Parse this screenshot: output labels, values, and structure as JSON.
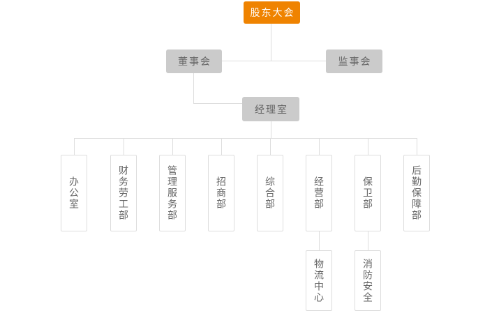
{
  "colors": {
    "accent_orange": "#EF8300",
    "gray_node_bg": "#CBCBCB",
    "node_text": "#666666",
    "root_text": "#FFFFFF",
    "white_node_border": "#DDDDDD",
    "connector_line": "#DDDDDD",
    "page_background": "#FFFFFF"
  },
  "org_chart": {
    "root": {
      "label": "股东大会"
    },
    "level2": [
      {
        "label": "董事会"
      },
      {
        "label": "监事会"
      }
    ],
    "level3": {
      "label": "经理室"
    },
    "departments": [
      {
        "label": "办公室"
      },
      {
        "label": "财务劳工部"
      },
      {
        "label": "管理服务部"
      },
      {
        "label": "招商部"
      },
      {
        "label": "综合部"
      },
      {
        "label": "经营部"
      },
      {
        "label": "保卫部"
      },
      {
        "label": "后勤保障部"
      }
    ],
    "sub_departments": [
      {
        "label": "物流中心",
        "parent_label": "经营部"
      },
      {
        "label": "消防安全",
        "parent_label": "保卫部"
      }
    ]
  }
}
